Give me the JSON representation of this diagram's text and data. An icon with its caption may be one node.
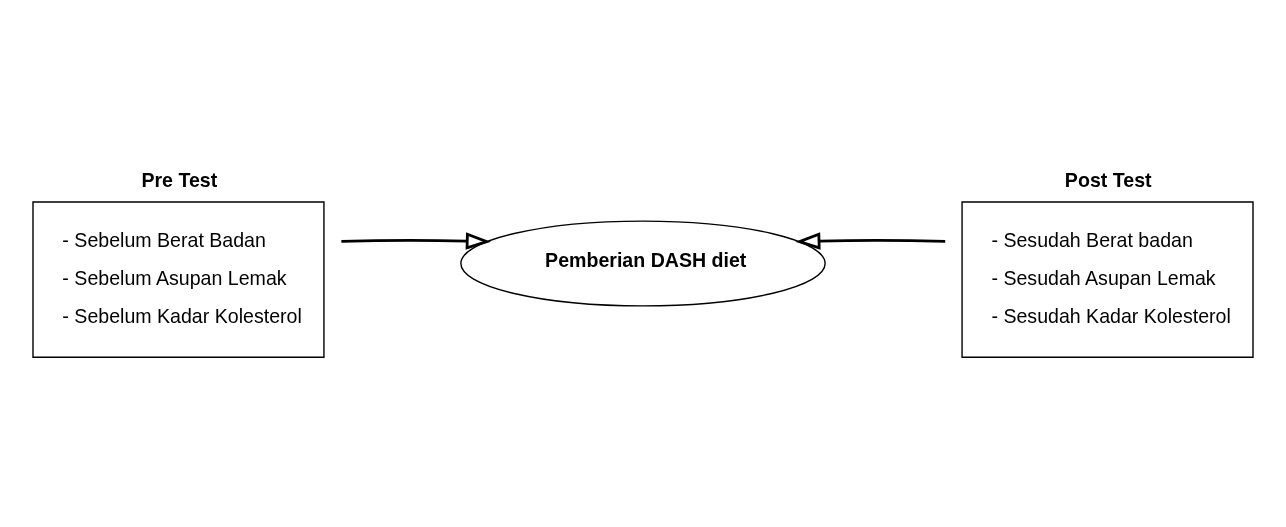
{
  "diagram": {
    "nodes": [
      {
        "text": [
          "Pre Test",
          "- Sebelum Berat Badan",
          "- Sebelum Asupan Lemak",
          "- Sebelum Kadar Kolesterol"
        ]
      },
      {
        "text": [
          "Pemberian DASH diet"
        ]
      },
      {
        "text": [
          "Post Test",
          "- Sesudah Berat badan",
          "- Sesudah Asupan Lemak",
          "- Sesudah Kadar Kolesterol"
        ]
      }
    ],
    "edges": [
      {
        "from": 0,
        "to": 1,
        "arrow": "to"
      },
      {
        "from": 2,
        "to": 1,
        "arrow": "to"
      }
    ]
  }
}
